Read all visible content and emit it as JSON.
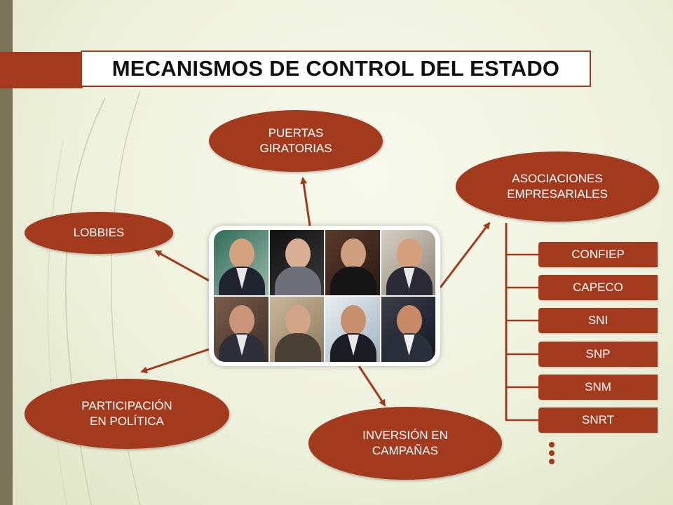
{
  "title": "MECANISMOS DE CONTROL DEL ESTADO",
  "nodes": {
    "puertas": "PUERTAS\nGIRATORIAS",
    "asociaciones": "ASOCIACIONES\nEMPRESARIALES",
    "lobbies": "LOBBIES",
    "participacion": "PARTICIPACIÓN\nEN POLÍTICA",
    "inversion": "INVERSIÓN EN\nCAMPAÑAS"
  },
  "associations": [
    "CONFIEP",
    "CAPECO",
    "SNI",
    "SNP",
    "SNM",
    "SNRT"
  ],
  "colors": {
    "accent": "#a33a1d",
    "side_bar": "#7a7458",
    "background": "#eef1dc"
  },
  "center_image": "photo-collage"
}
